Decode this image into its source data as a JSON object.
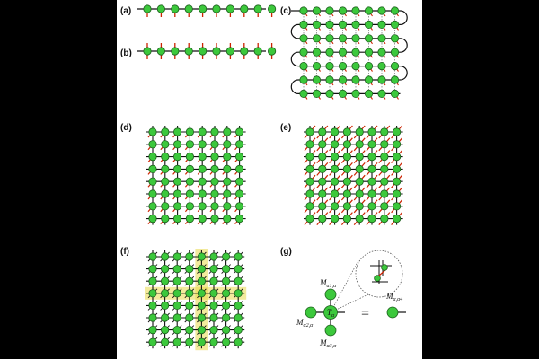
{
  "panels": {
    "a": {
      "label": "(a)"
    },
    "b": {
      "label": "(b)"
    },
    "c": {
      "label": "(c)"
    },
    "d": {
      "label": "(d)"
    },
    "e": {
      "label": "(e)"
    },
    "f": {
      "label": "(f)"
    },
    "g": {
      "label": "(g)"
    }
  },
  "g_labels": {
    "top": {
      "base": "M",
      "sub": "α1,α"
    },
    "left": {
      "base": "M",
      "sub": "α2,α"
    },
    "bottom": {
      "base": "M",
      "sub": "α3,α"
    },
    "center": {
      "base": "T",
      "sub": "α"
    },
    "equals": "=",
    "result": {
      "base": "M",
      "sub": "α,α4"
    }
  },
  "colors": {
    "node_fill": "#3cc83c",
    "node_stroke": "#1d5f1d",
    "physical_leg": "#cc2200",
    "bond": "#111111",
    "highlight": "#e8d84a"
  },
  "icons": {
    "tensor_node": "green-circle",
    "physical_leg": "red-line",
    "zoom": "dotted-circle"
  }
}
